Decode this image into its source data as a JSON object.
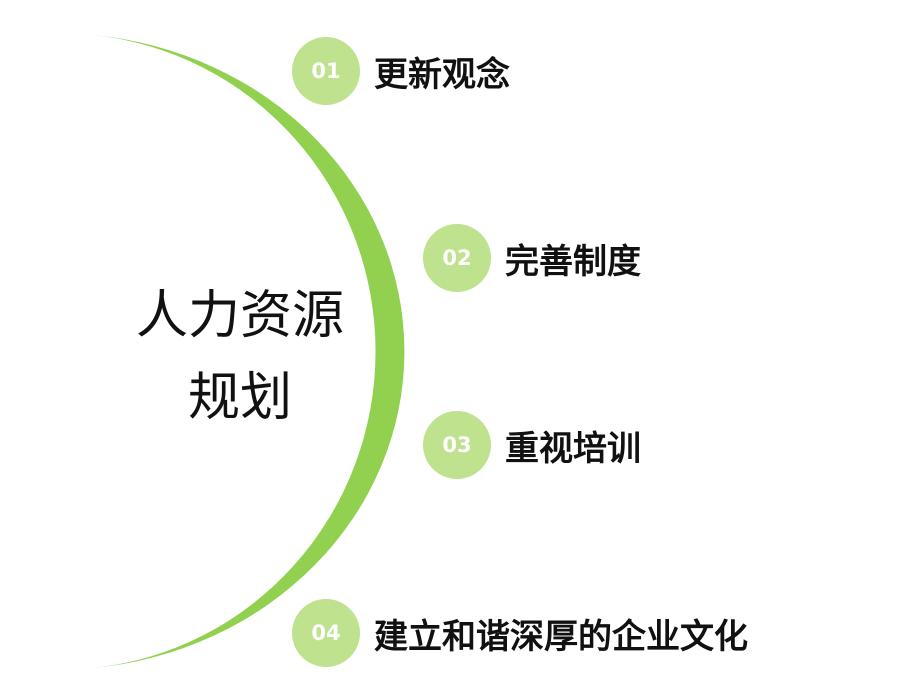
{
  "diagram": {
    "title_lines": [
      "人力资源",
      "规划"
    ],
    "steps": [
      {
        "number": "01",
        "label": "更新观念"
      },
      {
        "number": "02",
        "label": "完善制度"
      },
      {
        "number": "03",
        "label": "重视培训"
      },
      {
        "number": "04",
        "label": "建立和谐深厚的企业文化"
      }
    ]
  },
  "colors": {
    "arc": "#92d050",
    "badge": "#bfe28f",
    "badge_text": "#ffffff",
    "text": "#111111",
    "background": "#ffffff"
  }
}
